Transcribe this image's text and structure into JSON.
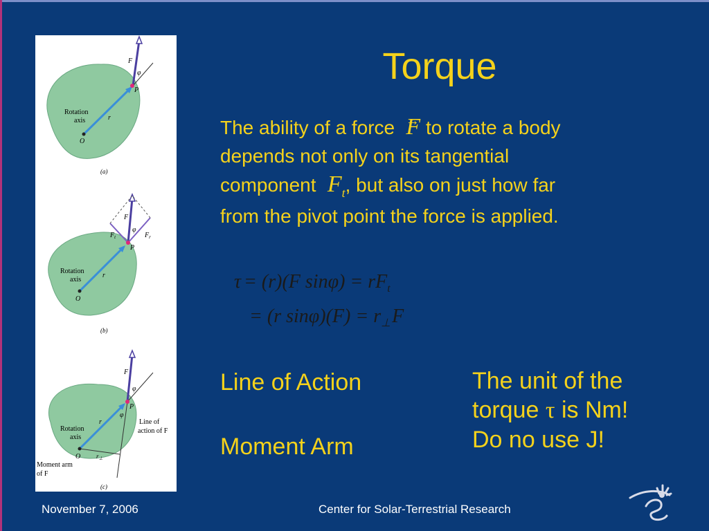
{
  "slide": {
    "title": "Torque",
    "body": {
      "line1_part1": "The ability of a force",
      "line1_part2": "to rotate a body",
      "line2": "depends not only on its tangential",
      "line3_part1": "component",
      "line3_part2": ", but also on just how far",
      "line4": "from the pivot point the force is applied.",
      "symbol_force": "F",
      "symbol_force_sub": "t"
    },
    "equations": {
      "row1": {
        "lhs": "τ",
        "rhs": "= (r)(F sinφ) = rF",
        "rhs_sub": "t"
      },
      "row2": {
        "rhs": "= (r sinφ)(F) = r",
        "rhs_sub": "⊥",
        "rhs_tail": "F"
      }
    },
    "labels": {
      "line_of_action": "Line of Action",
      "moment_arm": "Moment Arm"
    },
    "note": {
      "line1": "The unit of the",
      "line2_part1": "torque",
      "line2_symbol": "τ",
      "line2_part2": "is Nm!",
      "line3": "Do no use J!"
    },
    "figure": {
      "panel_labels": [
        "(a)",
        "(b)",
        "(c)"
      ],
      "texts": {
        "rotation": "Rotation",
        "axis": "axis",
        "O": "O",
        "P": "P",
        "r": "r",
        "F": "F",
        "phi": "φ",
        "Ft": "F",
        "Ft_sub": "t",
        "Fr": "F",
        "Fr_sub": "r",
        "line_of_action1": "Line of",
        "line_of_action2": "action of F",
        "moment_arm1": "Moment arm",
        "moment_arm2": "of F",
        "r_perp": "r",
        "r_perp_sub": "⊥"
      }
    },
    "footer": {
      "date": "November 7, 2006",
      "center": "Center for Solar-Terrestrial Research"
    },
    "colors": {
      "background": "#0a3a78",
      "accent_yellow": "#f5d21b",
      "blob_green": "#8fc9a0",
      "vector_blue": "#3a8fd8",
      "force_purple": "#4b3fa0",
      "point_pink": "#e0287a"
    },
    "icons": {
      "logo": "solar-swirl-logo"
    }
  }
}
